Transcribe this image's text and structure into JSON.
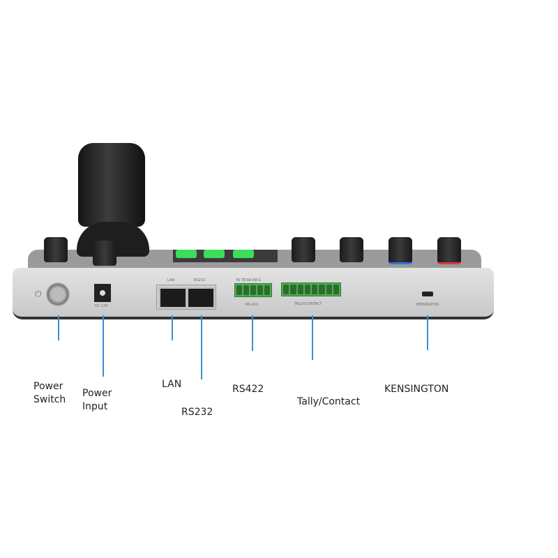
{
  "device": {
    "port_labels": {
      "lan": "LAN",
      "rs232": "RS232",
      "rs422": "RS-422",
      "tally": "TALLY/CONTACT",
      "kensington": "KENSINGTON",
      "dc": "DC 12V",
      "rs422_pins": "TA TB RA RB G"
    }
  },
  "callouts": [
    {
      "label": "Power\nSwitch"
    },
    {
      "label": "Power\nInput"
    },
    {
      "label": "LAN"
    },
    {
      "label": "RS232"
    },
    {
      "label": "RS422"
    },
    {
      "label": "Tally/Contact"
    },
    {
      "label": "KENSINGTON"
    }
  ],
  "colors": {
    "callout_line": "#3a8fd0",
    "terminal": "#4caf50",
    "body": "#c9c9c9"
  }
}
